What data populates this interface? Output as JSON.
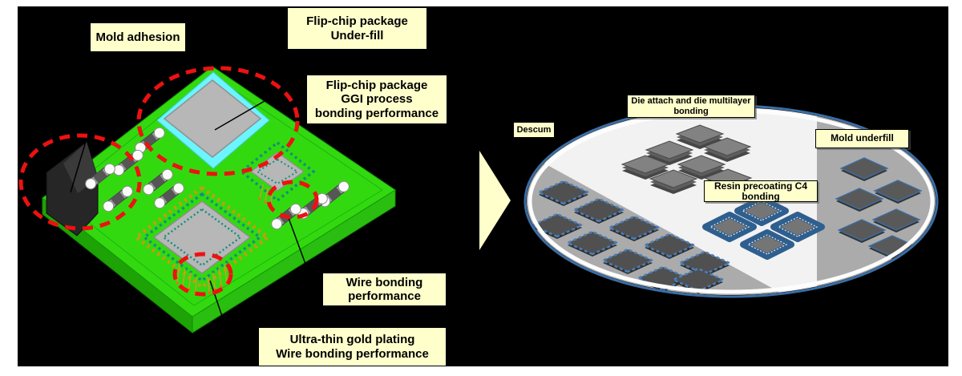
{
  "labels": {
    "mold_adhesion": "Mold adhesion",
    "flip_chip_underfill": {
      "line1": "Flip-chip package",
      "line2": "Under-fill"
    },
    "flip_chip_ggi": {
      "line1": "Flip-chip package",
      "line2": "GGI process",
      "line3": "bonding performance"
    },
    "wire_bonding": {
      "line1": "Wire bonding",
      "line2": "performance"
    },
    "ultra_thin": {
      "line1": "Ultra-thin gold plating",
      "line2": "Wire bonding performance"
    },
    "descum": "Descum",
    "die_attach": {
      "line1": "Die attach and die multilayer",
      "line2": "bonding"
    },
    "mold_underfill": "Mold underfill",
    "resin_precoating": {
      "line1": "Resin precoating C4",
      "line2": "bonding"
    }
  },
  "colors": {
    "page_bg": "#ffffff",
    "canvas_bg": "#000000",
    "label_bg": "#ffffcc",
    "board_green": "#33d90f",
    "board_side_left": "#1da305",
    "board_side_right": "#2abf10",
    "underfill_cyan": "#6cf4ff",
    "chip_gray": "#b7b7b7",
    "highlight_red": "#ee1111",
    "arrow_fill": "#ffffcc",
    "wafer_fill": "#f2f2f2",
    "wafer_rim_blue": "#3b6ea5",
    "sector_gray": "#ababab",
    "descum_die_gray": "#505050",
    "descum_die_border": "#4a7ebb",
    "c4_ring_blue": "#2e5f8f",
    "mold_black": "#262626",
    "pad_gold": "#c79c10",
    "pad_teal": "#12907c"
  }
}
